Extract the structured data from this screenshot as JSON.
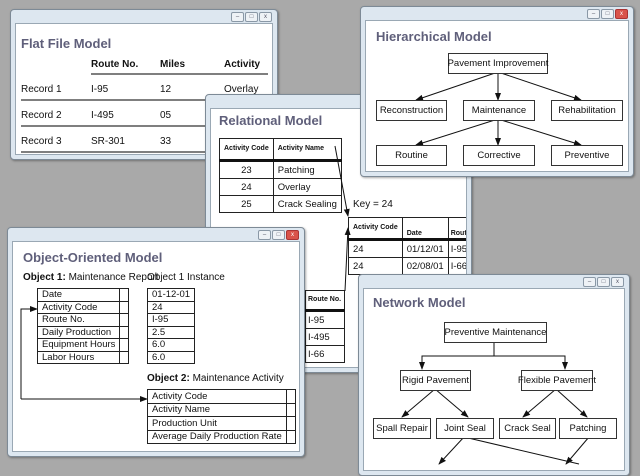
{
  "background_color": "#a9a9a9",
  "title_color": "#5f5f7a",
  "window_controls": [
    "minimize-icon",
    "maximize-icon",
    "close-icon"
  ],
  "flat_file": {
    "title": "Flat File Model",
    "headers": [
      "Route No.",
      "Miles",
      "Activity"
    ],
    "rows": [
      {
        "label": "Record 1",
        "route": "I-95",
        "miles": "12",
        "activity": "Overlay"
      },
      {
        "label": "Record 2",
        "route": "I-495",
        "miles": "05",
        "activity": ""
      },
      {
        "label": "Record 3",
        "route": "SR-301",
        "miles": "33",
        "activity": ""
      }
    ]
  },
  "relational": {
    "title": "Relational Model",
    "activity_table": {
      "headers": [
        "Activity Code",
        "Activity Name"
      ],
      "rows": [
        [
          "23",
          "Patching"
        ],
        [
          "24",
          "Overlay"
        ],
        [
          "25",
          "Crack Sealing"
        ]
      ]
    },
    "key_label": "Key = 24",
    "key_table": {
      "headers": [
        "Activity Code",
        "Date",
        "Route No."
      ],
      "rows": [
        [
          "24",
          "01/12/01",
          "I-95"
        ],
        [
          "24",
          "02/08/01",
          "I-66"
        ]
      ]
    },
    "route_table": {
      "header": "Route No.",
      "rows": [
        "I-95",
        "I-495",
        "I-66"
      ]
    }
  },
  "hierarchical": {
    "title": "Hierarchical Model",
    "root": "Pavement Improvement",
    "level2": [
      "Reconstruction",
      "Maintenance",
      "Rehabilitation"
    ],
    "level3": [
      "Routine",
      "Corrective",
      "Preventive"
    ]
  },
  "object_oriented": {
    "title": "Object-Oriented Model",
    "object1_label": "Object 1:",
    "object1_name": "Maintenance Report",
    "object1_fields": [
      "Date",
      "Activity Code",
      "Route No.",
      "Daily Production",
      "Equipment Hours",
      "Labor Hours"
    ],
    "instance_label": "Object 1 Instance",
    "instance_values": [
      "01-12-01",
      "24",
      "I-95",
      "2.5",
      "6.0",
      "6.0"
    ],
    "object2_label": "Object 2:",
    "object2_name": "Maintenance Activity",
    "object2_fields": [
      "Activity Code",
      "Activity Name",
      "Production Unit",
      "Average Daily Production Rate"
    ]
  },
  "network": {
    "title": "Network Model",
    "root": "Preventive Maintenance",
    "level2": [
      "Rigid Pavement",
      "Flexible Pavement"
    ],
    "level3": [
      "Spall Repair",
      "Joint Seal",
      "Crack Seal",
      "Patching"
    ]
  }
}
